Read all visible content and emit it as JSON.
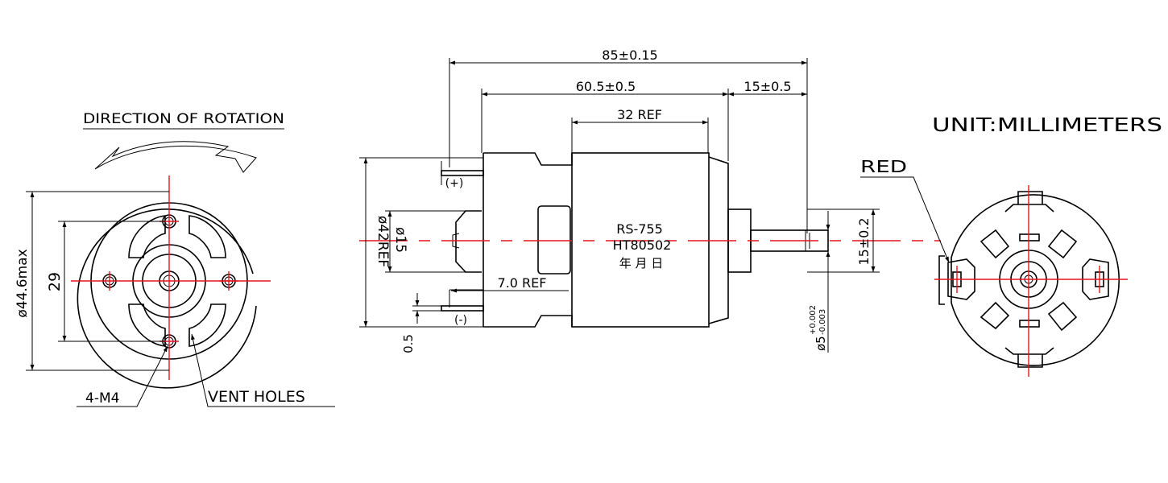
{
  "left_view": {
    "direction_label": "DIRECTION OF ROTATION",
    "dim_diameter": "ø44.6max",
    "dim_hole_spacing": "29",
    "label_thread": "4-M4",
    "label_vents": "VENT HOLES"
  },
  "side_view": {
    "dim_overall": "85±0.15",
    "dim_body": "60.5±0.5",
    "dim_shaft": "15±0.5",
    "dim_can": "32 REF",
    "dim_terminal": "7.0 REF",
    "dim_height": "ø42REF",
    "dim_boss": "ø15",
    "dim_terminal_thickness": "0.5",
    "dim_flat": "15±0.2",
    "dim_shaft_dia": "ø5",
    "shaft_tol_upper": "+0.002",
    "shaft_tol_lower": "-0.003",
    "terminal_plus": "(+)",
    "terminal_minus": "(-)",
    "model": "RS-755",
    "code": "HT80502",
    "date_mark": "年 月 日"
  },
  "right_view": {
    "units": "UNIT:MILLIMETERS",
    "wire_label": "RED"
  },
  "colors": {
    "line": "#000000",
    "centerline": "#e8141a",
    "background": "#ffffff"
  }
}
